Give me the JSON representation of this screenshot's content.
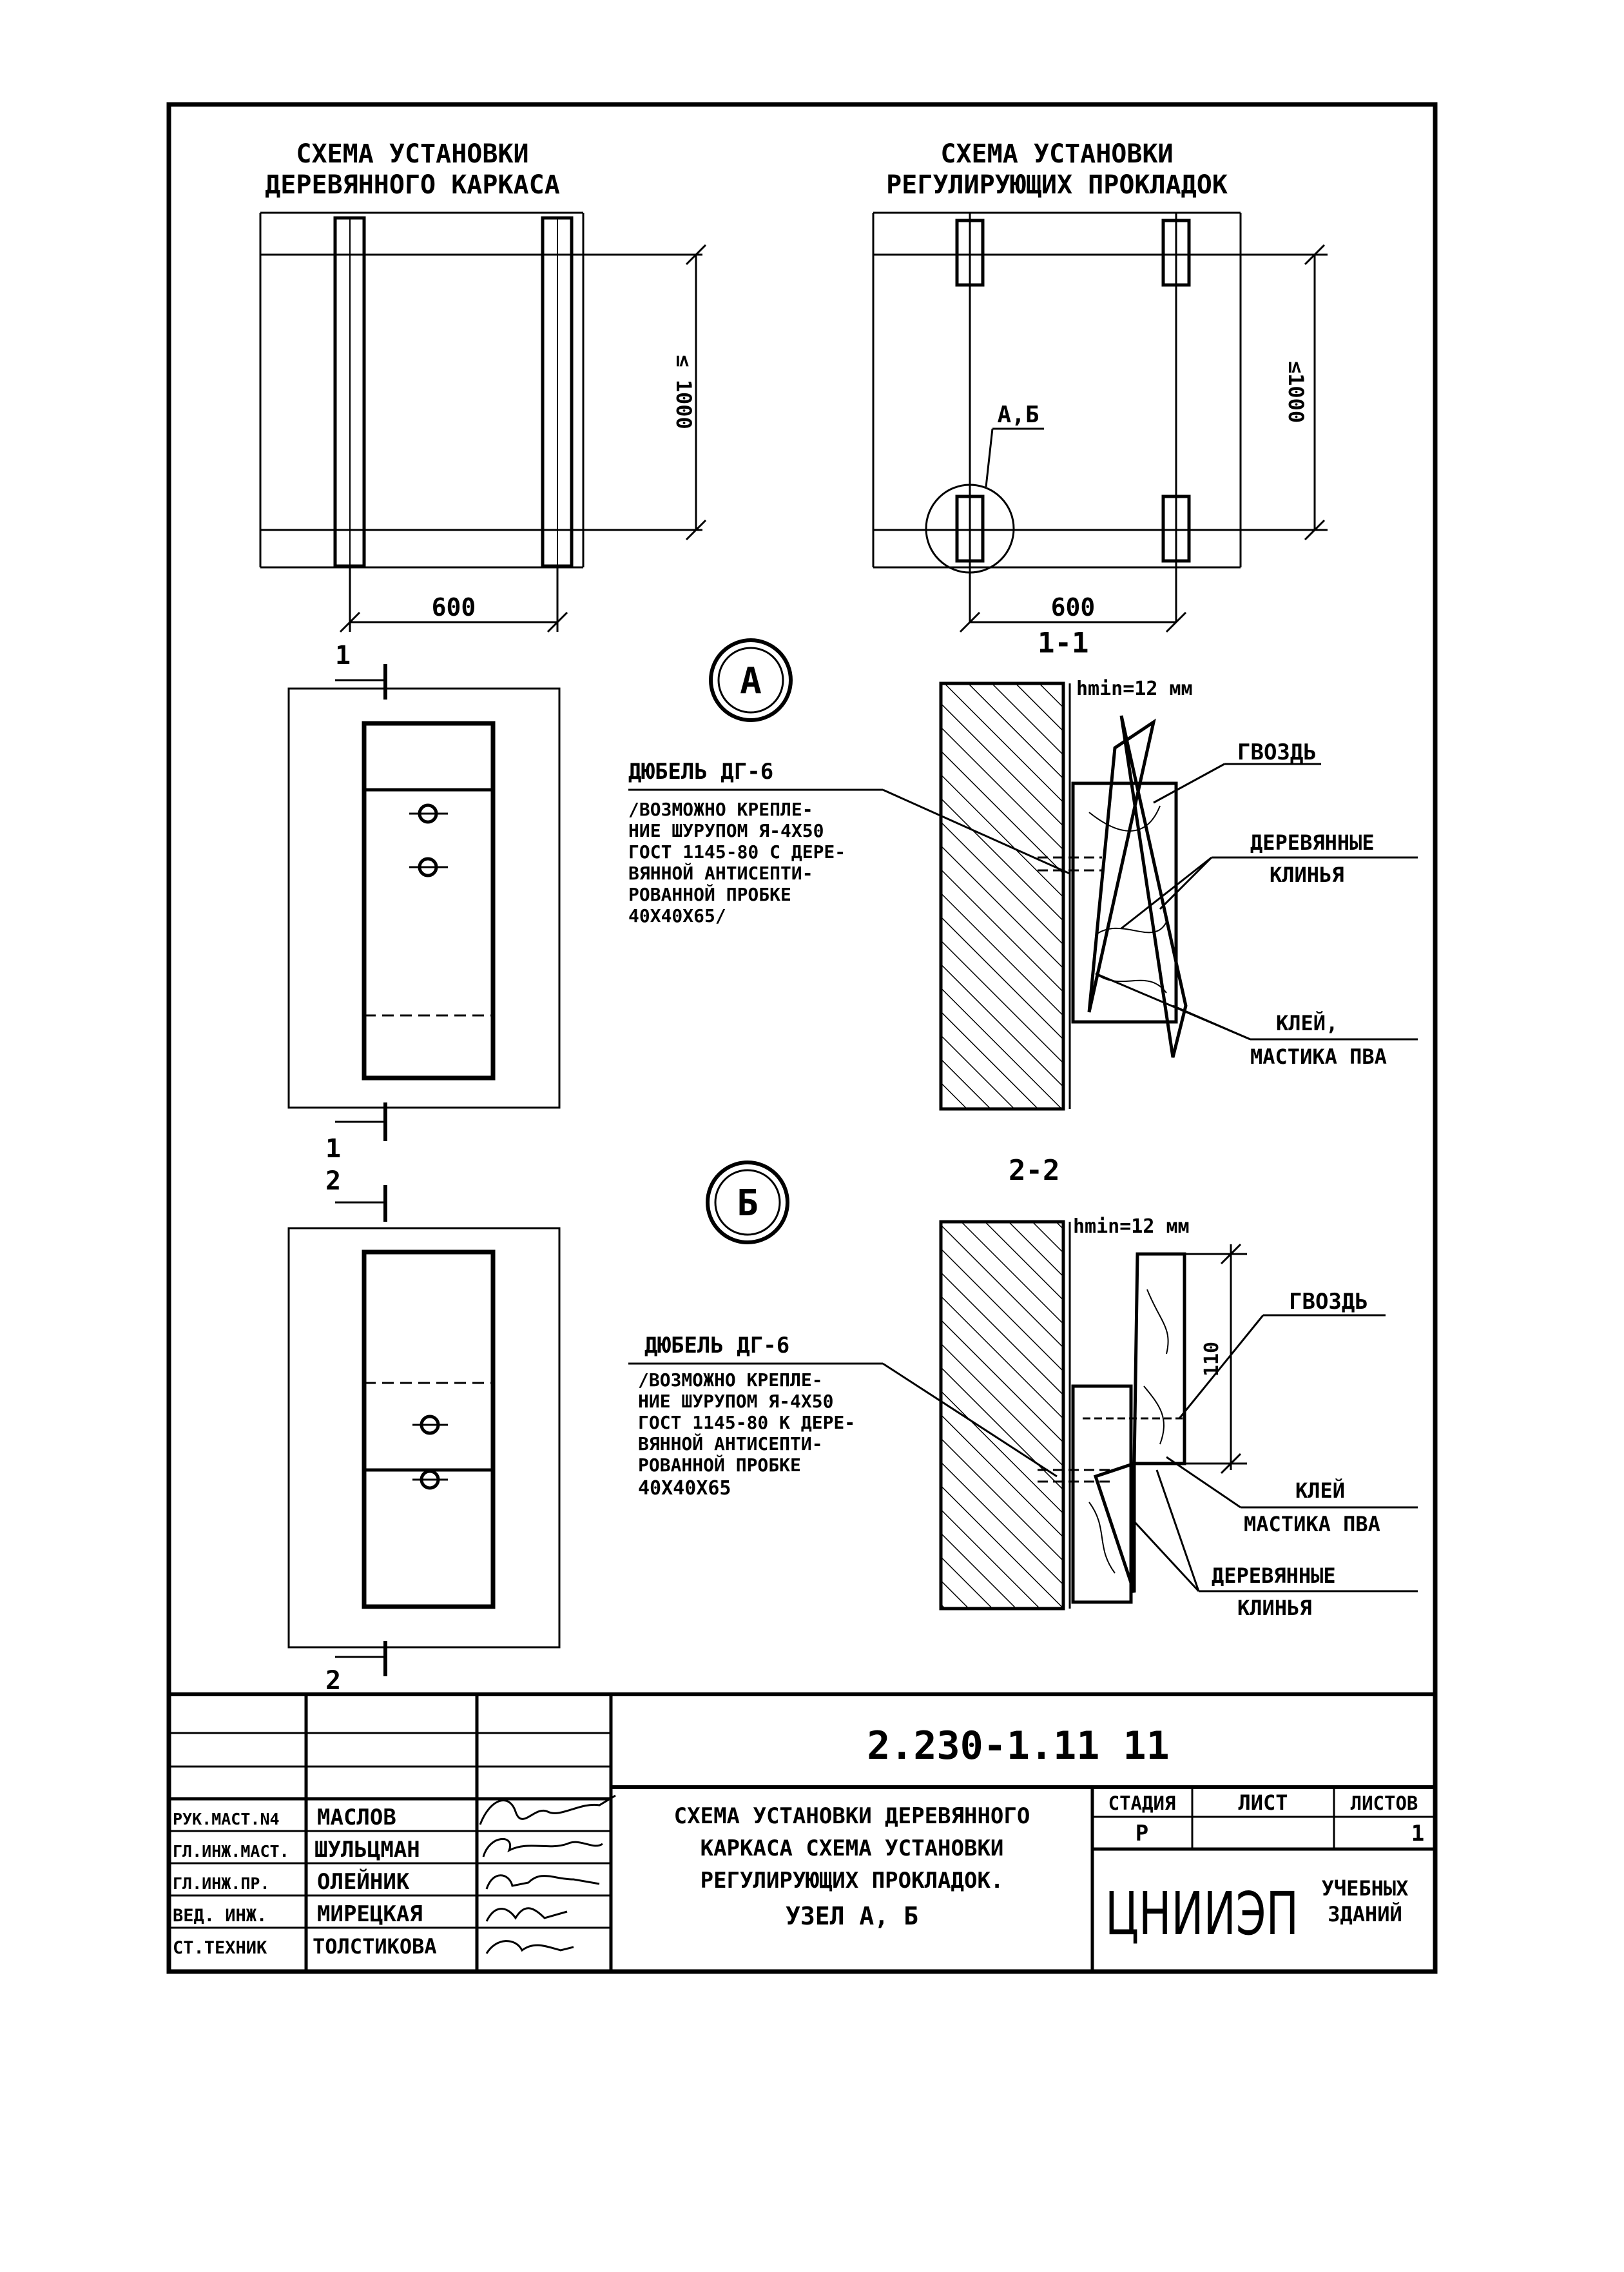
{
  "top_left": {
    "title_line1": "СХЕМА  УСТАНОВКИ",
    "title_line2": "ДЕРЕВЯННОГО  КАРКАСА",
    "dim_h": "600",
    "dim_v": "≤ 1000"
  },
  "top_right": {
    "title_line1": "СХЕМА  УСТАНОВКИ",
    "title_line2": "РЕГУЛИРУЮЩИХ  ПРОКЛАДОК",
    "dim_h": "600",
    "dim_v": "≤1000",
    "node_label": "А,Б"
  },
  "section_marks": {
    "cut1": "1",
    "cut2": "2",
    "section1": "1-1",
    "section2": "2-2"
  },
  "node_a": {
    "marker": "А",
    "dowel_label": "ДЮБЕЛЬ ДГ-6",
    "note_lines": [
      "/ВОЗМОЖНО КРЕПЛЕ-",
      "НИЕ ШУРУПОМ Я-4Х50",
      "ГОСТ 1145-80 С ДЕРЕ-",
      "ВЯННОЙ АНТИСЕПТИ-",
      "РОВАННОЙ ПРОБКЕ",
      "40Х40Х65/"
    ],
    "hmin": "hmin=12 мм",
    "nail": "ГВОЗДЬ",
    "wedges_l1": "ДЕРЕВЯННЫЕ",
    "wedges_l2": "КЛИНЬЯ",
    "glue_l1": "КЛЕЙ,",
    "glue_l2": "МАСТИКА ПВА"
  },
  "node_b": {
    "marker": "Б",
    "dowel_label": "ДЮБЕЛЬ ДГ-6",
    "note_lines": [
      "/ВОЗМОЖНО КРЕПЛЕ-",
      "НИЕ ШУРУПОМ Я-4Х50",
      "ГОСТ 1145-80 К ДЕРЕ-",
      "ВЯННОЙ АНТИСЕПТИ-",
      "РОВАННОЙ ПРОБКЕ",
      "40Х40Х65"
    ],
    "hmin": "hmin=12 мм",
    "nail": "ГВОЗДЬ",
    "dim": "110",
    "glue_l1": "КЛЕЙ",
    "glue_l2": "МАСТИКА ПВА",
    "wedges_l1": "ДЕРЕВЯННЫЕ",
    "wedges_l2": "КЛИНЬЯ"
  },
  "stamp": {
    "code": "2.230-1.11  11",
    "roles": [
      "РУК.МАСТ.N4",
      "ГЛ.ИНЖ.МАСТ.",
      "ГЛ.ИНЖ.ПР.",
      "ВЕД. ИНЖ.",
      "СТ.ТЕХНИК"
    ],
    "names": [
      "МАСЛОВ",
      "ШУЛЬЦМАН",
      "ОЛЕЙНИК",
      "МИРЕЦКАЯ",
      "ТОЛСТИКОВА"
    ],
    "title_lines": [
      "СХЕМА УСТАНОВКИ ДЕРЕВЯННОГО",
      "КАРКАСА  СХЕМА  УСТАНОВКИ",
      "РЕГУЛИРУЮЩИХ ПРОКЛАДОК.",
      "УЗЕЛ   А, Б"
    ],
    "stage_label": "СТАДИЯ",
    "sheet_label": "ЛИСТ",
    "sheets_label": "ЛИСТОВ",
    "stage_value": "Р",
    "sheets_value": "1",
    "org": "ЦНИИЭП",
    "org_sub_l1": "УЧЕБНЫХ",
    "org_sub_l2": "ЗДАНИЙ"
  }
}
